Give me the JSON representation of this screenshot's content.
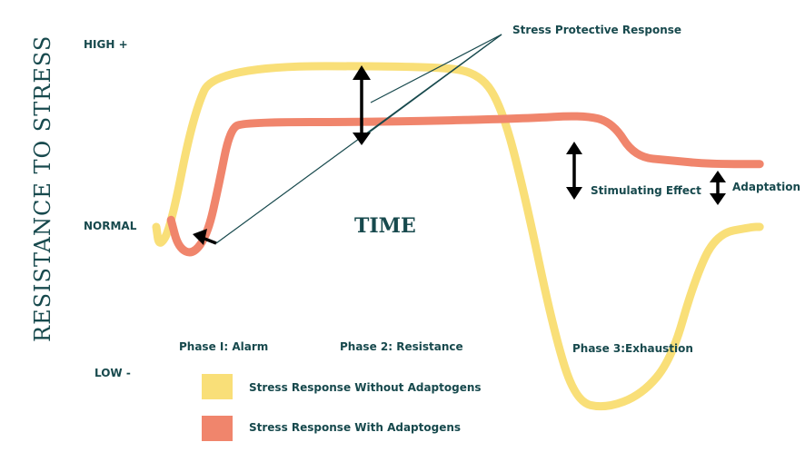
{
  "chart_data": {
    "type": "line",
    "title": "",
    "xlabel": "TIME",
    "ylabel": "RESISTANCE TO STRESS",
    "y_ticks": [
      "HIGH +",
      "NORMAL",
      "LOW -"
    ],
    "phases": [
      "Phase I: Alarm",
      "Phase 2: Resistance",
      "Phase 3:Exhaustion"
    ],
    "annotations": {
      "protective": "Stress Protective Response",
      "stimulating": "Stimulating Effect",
      "adaptation": "Adaptation"
    },
    "series": [
      {
        "name": "Stress Response Without Adaptogens",
        "color": "#f9df78",
        "points": [
          [
            0,
            0
          ],
          [
            0.4,
            -0.3
          ],
          [
            2,
            0
          ],
          [
            5,
            1.6
          ],
          [
            8,
            2.3
          ],
          [
            38,
            2.3
          ],
          [
            44,
            2.2
          ],
          [
            47,
            1.7
          ],
          [
            50,
            0.5
          ],
          [
            54,
            -1.5
          ],
          [
            57,
            -2.5
          ],
          [
            61,
            -2.6
          ],
          [
            66,
            -2.4
          ],
          [
            70,
            -1.9
          ],
          [
            73,
            -0.8
          ],
          [
            76,
            -0.1
          ],
          [
            81,
            0
          ],
          [
            82,
            0
          ]
        ]
      },
      {
        "name": "Stress Response With Adaptogens",
        "color": "#f0856c",
        "points": [
          [
            2,
            0.1
          ],
          [
            3,
            -0.3
          ],
          [
            5,
            -0.4
          ],
          [
            7,
            -0.1
          ],
          [
            8.5,
            0.6
          ],
          [
            10,
            1.4
          ],
          [
            12,
            1.5
          ],
          [
            30,
            1.5
          ],
          [
            50,
            1.55
          ],
          [
            58,
            1.6
          ],
          [
            62,
            1.5
          ],
          [
            65,
            1.0
          ],
          [
            70,
            0.95
          ],
          [
            75,
            0.9
          ],
          [
            82,
            0.9
          ]
        ]
      }
    ]
  }
}
